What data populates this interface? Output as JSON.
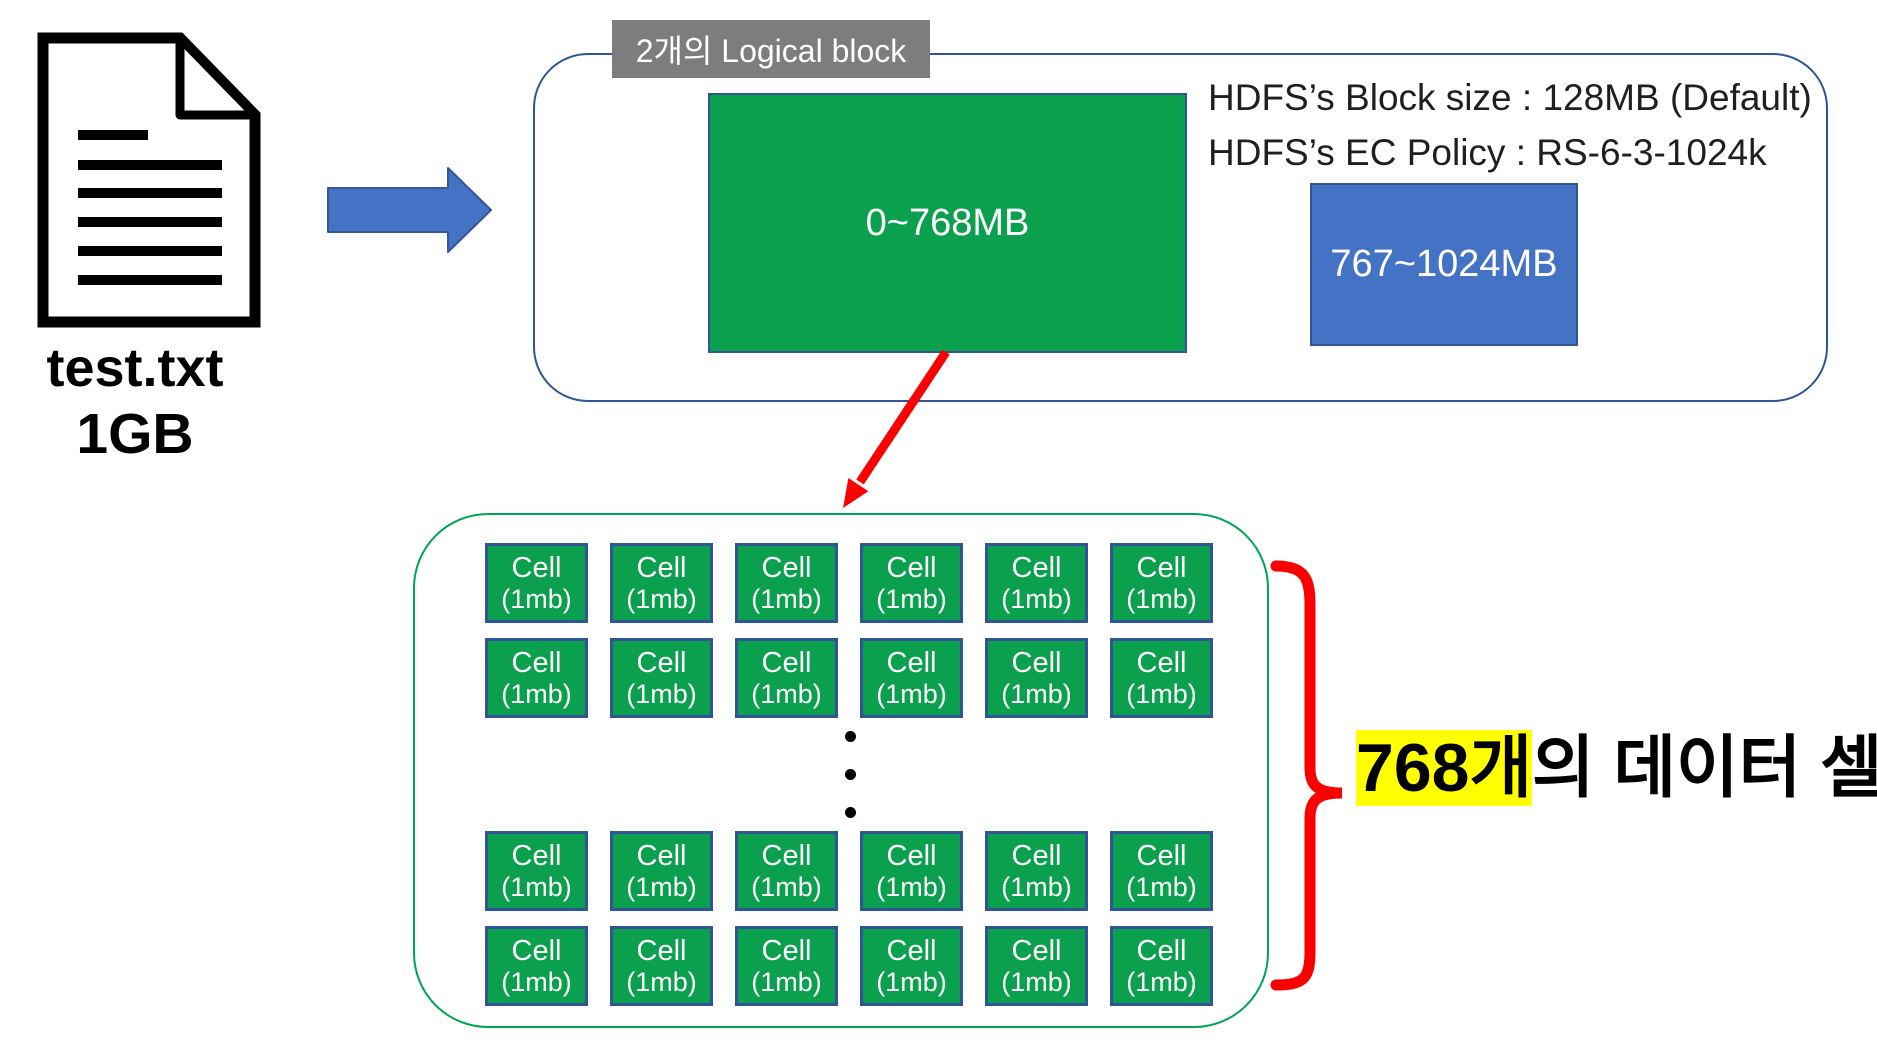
{
  "file": {
    "name": "test.txt",
    "size": "1GB"
  },
  "logical_block_group": {
    "label": "2개의 Logical block",
    "info_line1": "HDFS’s Block size : 128MB (Default)",
    "info_line2": "HDFS’s EC Policy : RS-6-3-1024k",
    "block1_range": "0~768MB",
    "block2_range": "767~1024MB",
    "block1_color": "#0BA04E",
    "block2_color": "#4472C4"
  },
  "cell_group": {
    "cell_label": "Cell",
    "cell_sublabel": "(1mb)",
    "columns": 6,
    "visible_rows": 4,
    "ellipsis_dots": 3,
    "cell_color": "#0BA04E",
    "cell_border_color": "#2F5597",
    "container_border_color": "#00A551"
  },
  "annotation": {
    "highlight": "768개",
    "rest": "의 데이터 셀",
    "highlight_color": "#FFFF00"
  },
  "colors": {
    "arrow_blue": "#4472C4",
    "container_border_blue": "#2E5693",
    "red": "#FB0000",
    "label_gray": "#7D7D7D"
  }
}
